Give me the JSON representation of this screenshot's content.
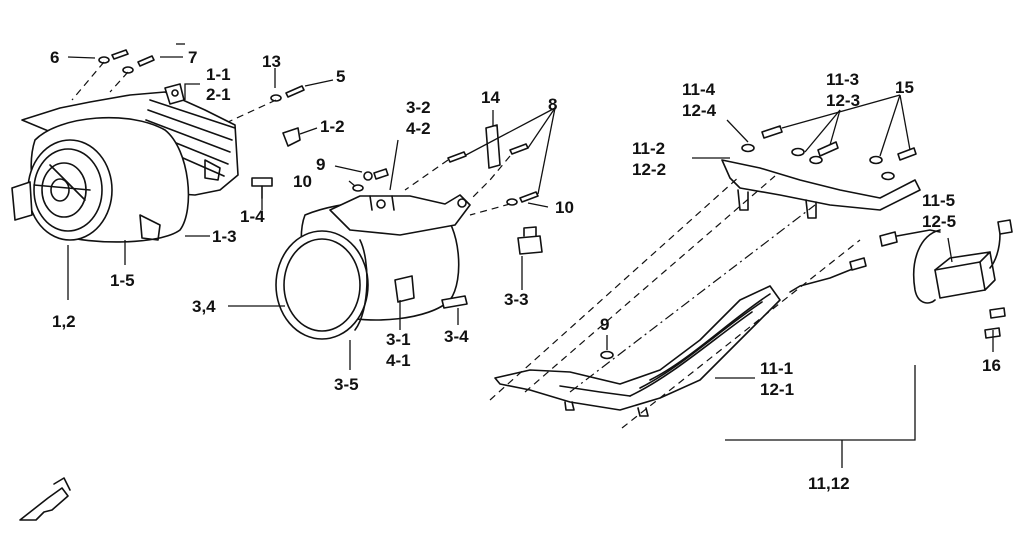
{
  "callouts": [
    "6",
    "7",
    "13",
    "5",
    "1-1",
    "2-1",
    "1-2",
    "9",
    "10",
    "1-4",
    "1-3",
    "1-5",
    "1,2",
    "3-2",
    "4-2",
    "14",
    "8",
    "10",
    "3,4",
    "3-3",
    "3-1",
    "4-1",
    "3-4",
    "3-5",
    "9",
    "11-4",
    "12-4",
    "11-3",
    "12-3",
    "15",
    "11-2",
    "12-2",
    "11-5",
    "12-5",
    "16",
    "11-1",
    "12-1",
    "11,12"
  ]
}
